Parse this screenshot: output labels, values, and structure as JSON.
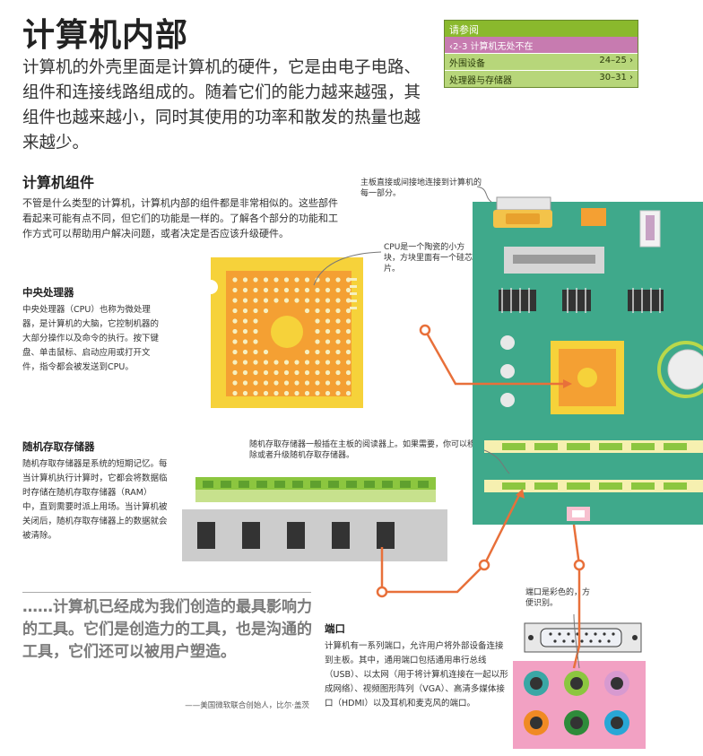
{
  "title": "计算机内部",
  "intro": "计算机的外壳里面是计算机的硬件，它是由电子电路、组件和连接线路组成的。随着它们的能力越来越强，其组件也越来越小，同时其使用的功率和散发的热量也越来越少。",
  "see_also": {
    "header": "请参阅",
    "items": [
      {
        "label": "‹2-3 计算机无处不在",
        "pages": ""
      },
      {
        "label": "外围设备",
        "pages": "24–25 ›"
      },
      {
        "label": "处理器与存储器",
        "pages": "30–31 ›"
      }
    ]
  },
  "components": {
    "heading": "计算机组件",
    "body": "不管是什么类型的计算机，计算机内部的组件都是非常相似的。这些部件看起来可能有点不同，但它们的功能是一样的。了解各个部分的功能和工作方式可以帮助用户解决问题，或者决定是否应该升级硬件。"
  },
  "cpu": {
    "heading": "中央处理器",
    "body": "中央处理器（CPU）也称为微处理器，是计算机的大脑，它控制机器的大部分操作以及命令的执行。按下键盘、单击鼠标、启动应用或打开文件，指令都会被发送到CPU。",
    "callout": "CPU是一个陶瓷的小方块，方块里面有一个硅芯片。"
  },
  "ram": {
    "heading": "随机存取存储器",
    "body": "随机存取存储器是系统的短期记忆。每当计算机执行计算时，它都会将数据临时存储在随机存取存储器（RAM）中，直到需要时派上用场。当计算机被关闭后，随机存取存储器上的数据就会被清除。",
    "callout": "随机存取存储器一般插在主板的阅读器上。如果需要，你可以移除或者升级随机存取存储器。"
  },
  "motherboard": {
    "callout": "主板直接或间接地连接到计算机的每一部分。"
  },
  "ports": {
    "heading": "端口",
    "body": "计算机有一系列端口，允许用户将外部设备连接到主板。其中，通用端口包括通用串行总线（USB）、以太网（用于将计算机连接在一起以形成网络）、视频图形阵列（VGA）、高清多媒体接口（HDMI）以及耳机和麦克风的端口。",
    "callout": "端口是彩色的，方便识别。"
  },
  "quote": {
    "text": "……计算机已经成为我们创造的最具影响力的工具。它们是创造力的工具，也是沟通的工具，它们还可以被用户塑造。",
    "attribution": "——美国微软联合创始人，比尔·盖茨"
  },
  "colors": {
    "board": "#3fa98b",
    "cpu_orange": "#f4a033",
    "cpu_yellow": "#f6d23a",
    "ram_green": "#8cc63f",
    "connector": "#e8703a",
    "ports_pink": "#f2a1c3",
    "see_also_green": "#8ab92d",
    "see_also_pink": "#c77bb0"
  }
}
